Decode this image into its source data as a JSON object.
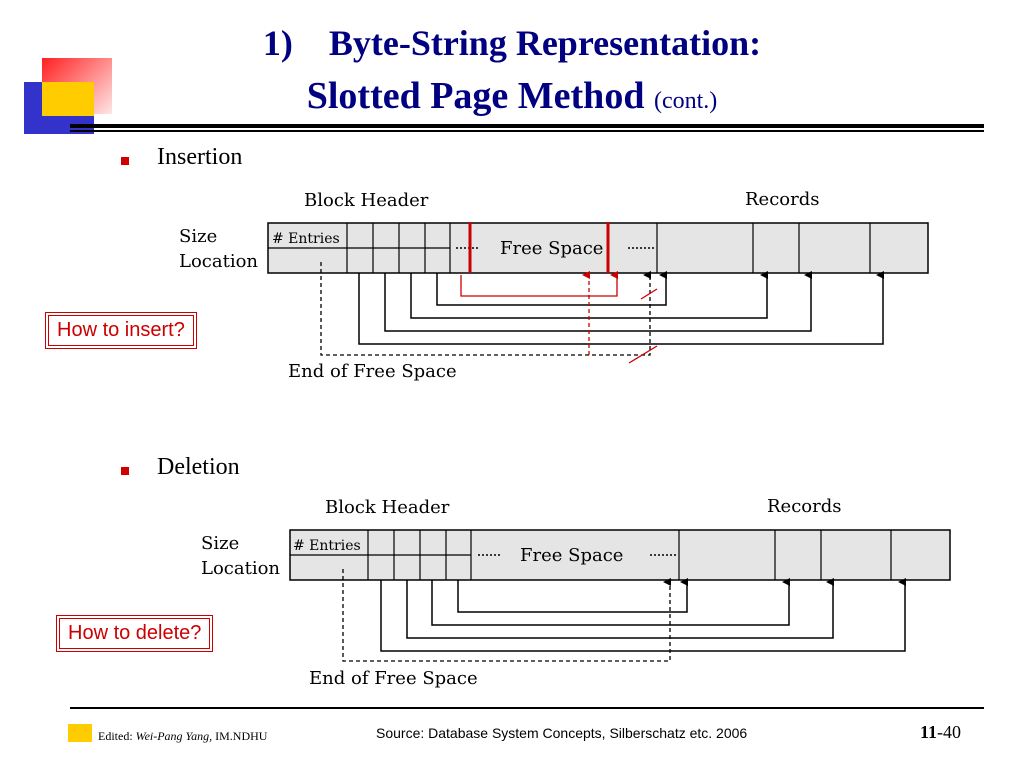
{
  "header": {
    "title_line1": "1)    Byte-String Representation:",
    "title_line2": "Slotted Page Method",
    "title_line2_suffix": "(cont.)"
  },
  "bullets": [
    "Insertion",
    "Deletion"
  ],
  "diagram_labels": {
    "block_header": "Block Header",
    "records": "Records",
    "size": "Size",
    "location": "Location",
    "entries": "# Entries",
    "free_space": "Free Space",
    "end_of_free_space": "End of Free Space"
  },
  "questions": {
    "insert": "How to insert?",
    "delete": "How to delete?"
  },
  "footer": {
    "edited_prefix": "Edited: ",
    "author": "Wei-Pang Yang,",
    "org": " IM.NDHU",
    "source": "Source: Database System Concepts, Silberschatz etc. 2006",
    "chapter": "11",
    "page": "-40"
  },
  "colors": {
    "title": "#000080",
    "bullet": "#d00000",
    "highlight_red": "#cc0000",
    "block_fill": "#e5e5e5",
    "logo_yellow": "#ffcc00",
    "logo_blue": "#3333cc"
  }
}
